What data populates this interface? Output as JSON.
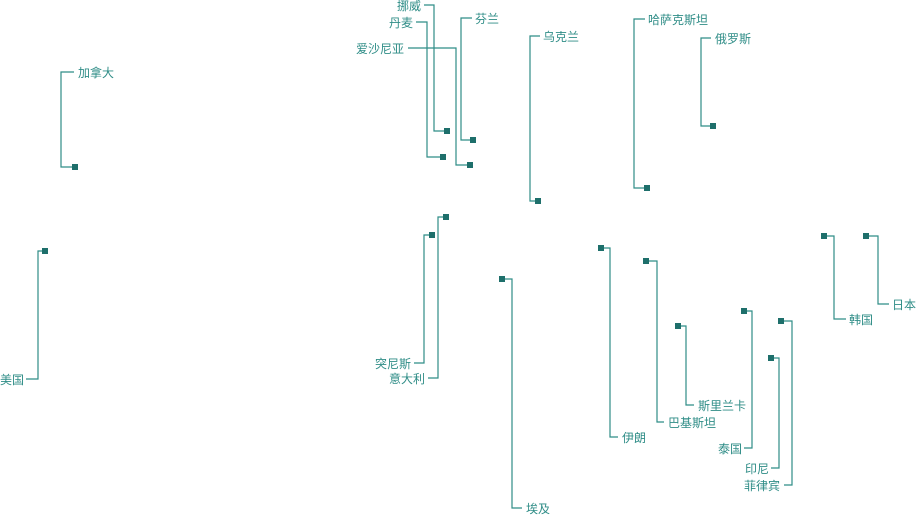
{
  "labels": {
    "norway": "挪威",
    "denmark": "丹麦",
    "estonia": "爱沙尼亚",
    "finland": "芬兰",
    "ukraine": "乌克兰",
    "kazakhstan": "哈萨克斯坦",
    "russia": "俄罗斯",
    "canada": "加拿大",
    "usa": "美国",
    "tunisia": "突尼斯",
    "italy": "意大利",
    "egypt": "埃及",
    "iran": "伊朗",
    "pakistan": "巴基斯坦",
    "sri_lanka": "斯里兰卡",
    "thailand": "泰国",
    "india": "印尼",
    "philippines": "菲律宾",
    "korea": "韩国",
    "japan": "日本"
  },
  "colors": {
    "label": "#2f8d87",
    "leader": "#2f8d87",
    "marker": "#1e6f6b"
  }
}
